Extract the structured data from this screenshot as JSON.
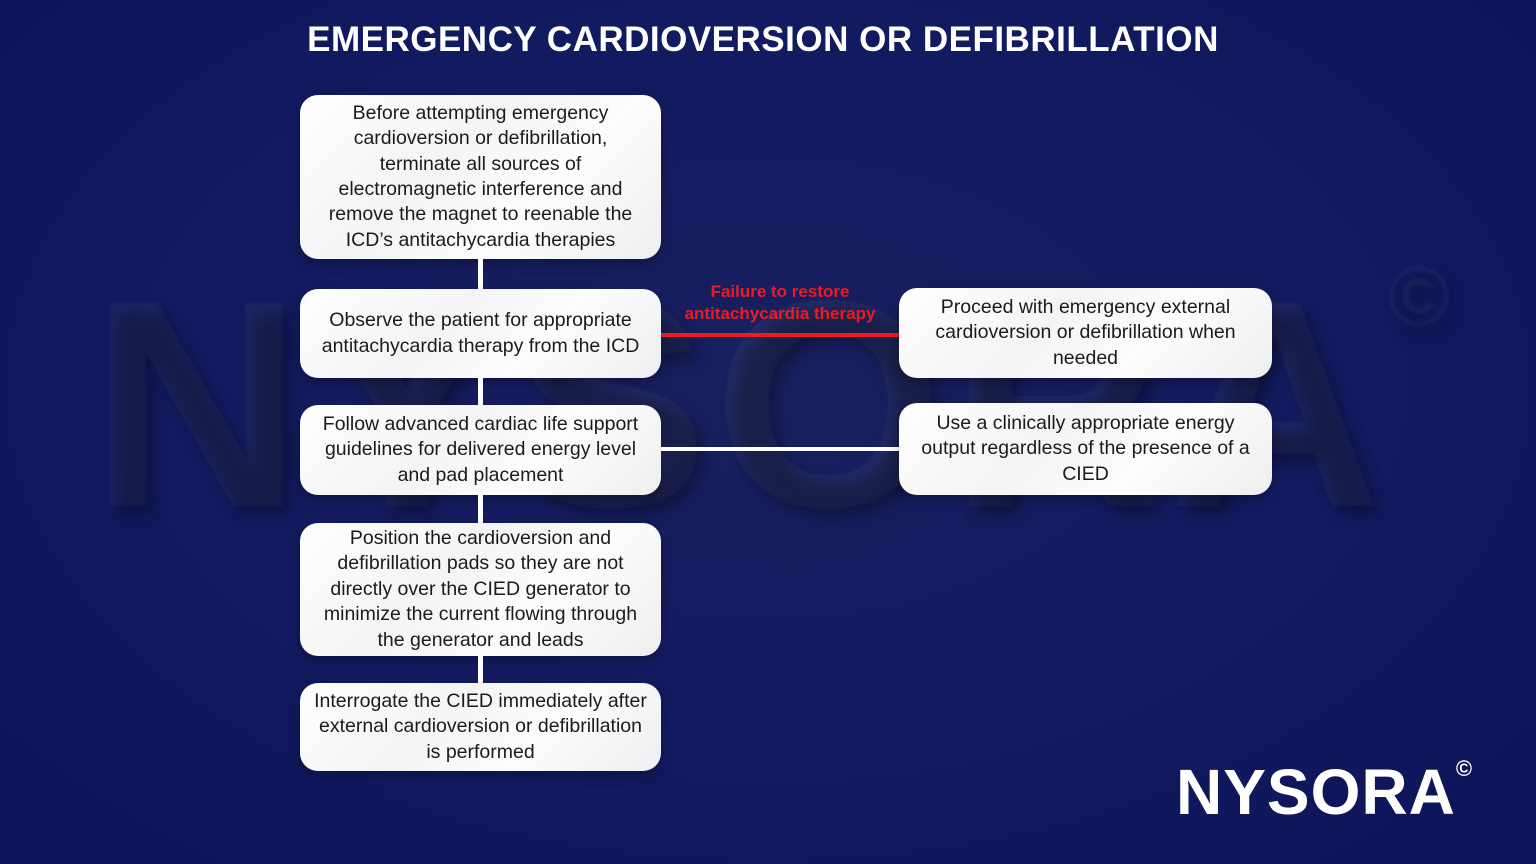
{
  "title": "EMERGENCY CARDIOVERSION OR DEFIBRILLATION",
  "flow": {
    "steps": [
      {
        "text": "Before attempting emergency cardioversion or defibrillation, terminate all sources of electromagnetic interference and remove the magnet to reenable the ICD’s antitachycardia therapies"
      },
      {
        "text": "Observe the patient for appropriate antitachycardia therapy from the ICD"
      },
      {
        "text": "Follow advanced cardiac life support guidelines for delivered energy level and pad placement"
      },
      {
        "text": "Position the cardioversion and defibrillation pads so they are not directly over the CIED generator to minimize the current flowing through the generator and leads"
      },
      {
        "text": "Interrogate the CIED immediately after external cardioversion or defibrillation is performed"
      }
    ],
    "branch": {
      "label": "Failure to restore antitachycardia therapy",
      "target_text": "Proceed with emergency external cardioversion or defibrillation when needed"
    },
    "note": {
      "target_text": "Use a clinically appropriate energy output regardless of the presence of a CIED"
    }
  },
  "watermark": {
    "text": "NYSORA",
    "mark": "©"
  },
  "logo": {
    "text": "NYSORA",
    "mark": "©"
  },
  "colors": {
    "background": "#121a60",
    "box_fill": "#fdfdfd",
    "box_text": "#1b1b1b",
    "accent_red": "#e81c24",
    "connector_white": "#ffffff",
    "title_white": "#ffffff"
  }
}
